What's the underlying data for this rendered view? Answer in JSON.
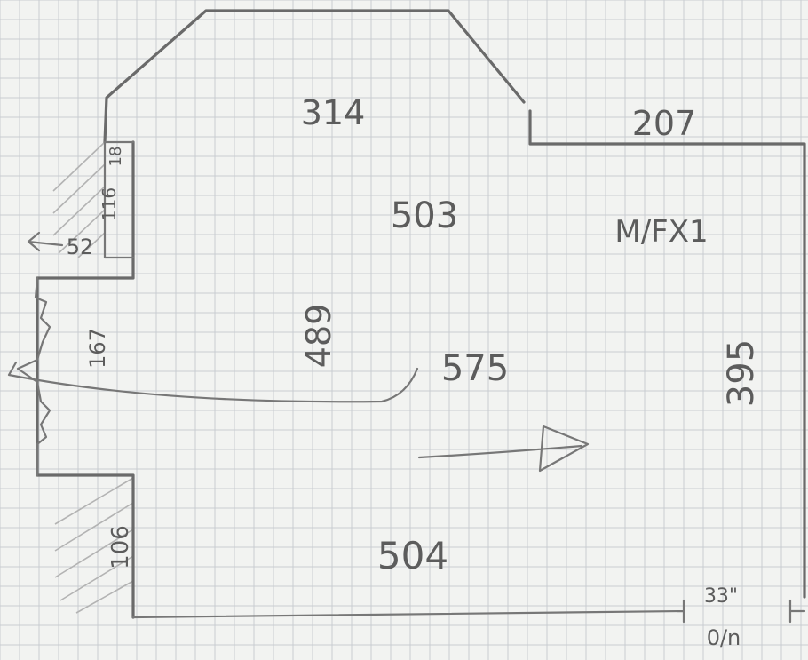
{
  "labels": {
    "top_width": "314",
    "right_step_width": "207",
    "main_width": "503",
    "designation": "M/FX1",
    "inner_depth": "489",
    "pipe_length": "575",
    "right_height": "395",
    "bottom_width": "504",
    "notch_18": "18",
    "notch_116": "116",
    "notch_52": "52",
    "recess_167": "167",
    "recess_106": "106",
    "corner_note_1": "33\"",
    "corner_note_2": "0/n"
  },
  "colors": {
    "paper": "#f2f3f1",
    "grid": "#c9cdd1",
    "pencil": "#6a6a6a"
  }
}
